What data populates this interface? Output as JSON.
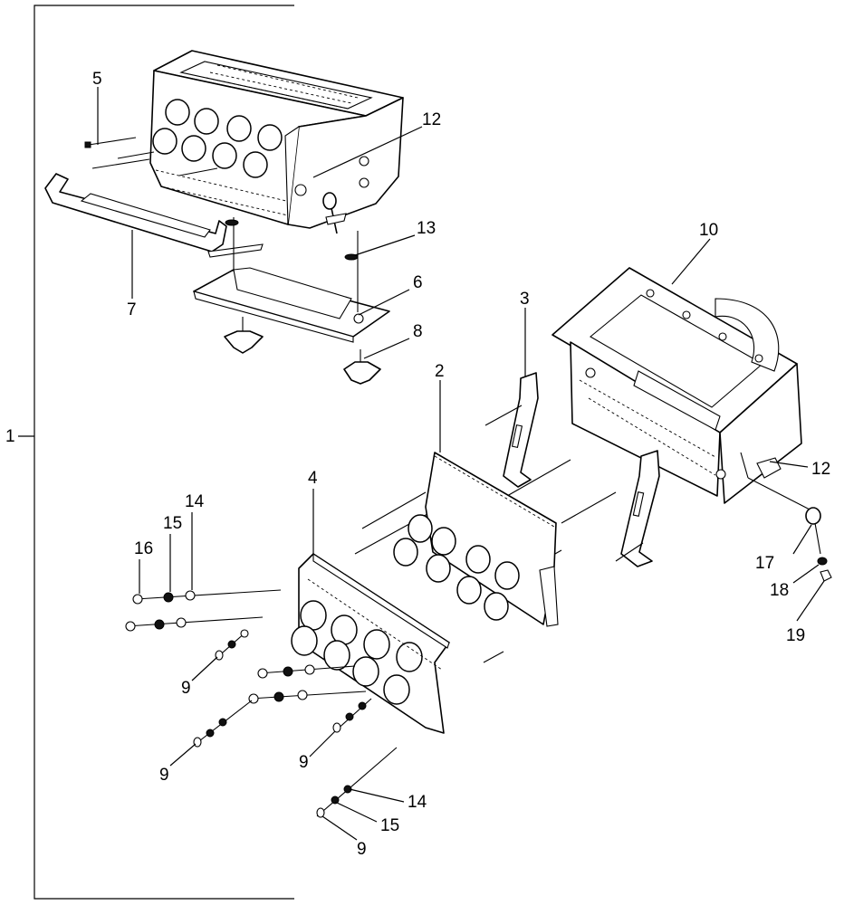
{
  "callouts": {
    "c1": "1",
    "c2": "2",
    "c3": "3",
    "c4": "4",
    "c5": "5",
    "c6": "6",
    "c7": "7",
    "c8": "8",
    "c9a": "9",
    "c9b": "9",
    "c9c": "9",
    "c9d": "9",
    "c10": "10",
    "c12a": "12",
    "c12b": "12",
    "c13": "13",
    "c14a": "14",
    "c14b": "14",
    "c15a": "15",
    "c15b": "15",
    "c16": "16",
    "c17": "17",
    "c18": "18",
    "c19": "19"
  }
}
